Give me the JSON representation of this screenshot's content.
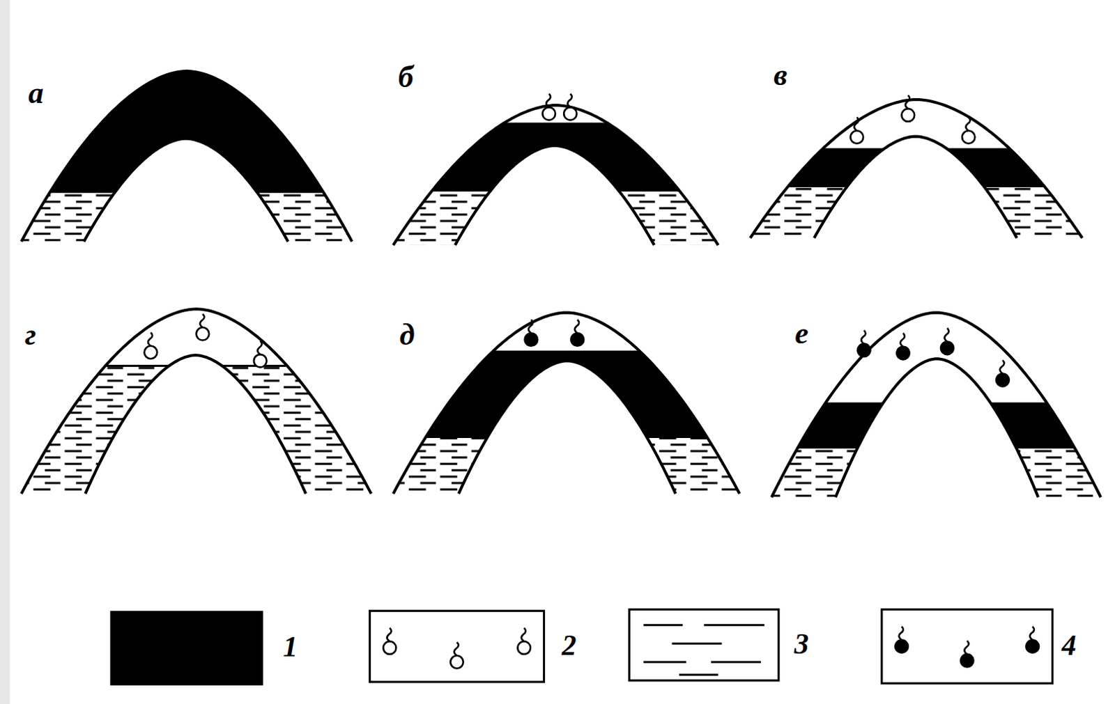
{
  "diagram": {
    "labels": [
      "а",
      "б",
      "в",
      "г",
      "д",
      "е"
    ],
    "legend": [
      {
        "text": "1",
        "color": "#000000"
      },
      {
        "text": "2"
      },
      {
        "text": "3"
      },
      {
        "text": "4"
      }
    ]
  }
}
